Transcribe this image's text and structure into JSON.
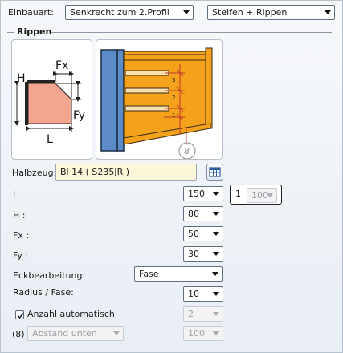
{
  "header": {
    "einbauart_label": "Einbauart:",
    "einbauart_value": "Senkrecht zum 2.Profil",
    "type_value": "Steifen + Rippen"
  },
  "group": {
    "title": "Rippen"
  },
  "left_diagram": {
    "labels": {
      "fx": "Fx",
      "h": "H",
      "fy": "Fy",
      "l": "L"
    },
    "colors": {
      "plate": "#f4a58f"
    }
  },
  "right_diagram": {
    "rib_numbers": [
      "3",
      "2",
      "1"
    ],
    "circle_label": "8",
    "colors": {
      "column": "#5b8cc8",
      "beam": "#f4a21c",
      "dim": "#c0392b"
    }
  },
  "halbzeug": {
    "label": "Halbzeug:",
    "value": "Bl 14  ( S235JR )",
    "icon": "table-icon"
  },
  "params": {
    "l_label": "L :",
    "l_value": "150",
    "h_label": "H :",
    "h_value": "80",
    "fx_label": "Fx :",
    "fx_value": "50",
    "fy_label": "Fy :",
    "fy_value": "30"
  },
  "count_box": {
    "number": "1",
    "value": "100"
  },
  "eckbearbeitung": {
    "label": "Eckbearbeitung:",
    "value": "Fase"
  },
  "radius": {
    "label": "Radius / Fase:",
    "value": "10"
  },
  "anzahl": {
    "label": "Anzahl automatisch",
    "checked": true,
    "value": "2"
  },
  "abstand": {
    "prefix": "(8)",
    "value": "Abstand unten",
    "amount": "100"
  }
}
